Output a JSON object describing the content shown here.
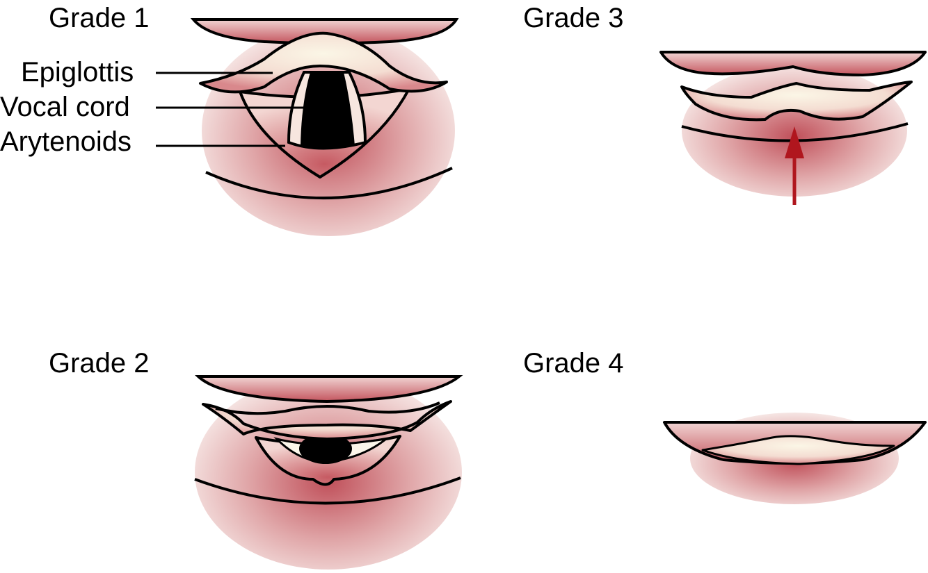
{
  "grades": [
    {
      "label": "Grade 1"
    },
    {
      "label": "Grade 2"
    },
    {
      "label": "Grade 3"
    },
    {
      "label": "Grade 4"
    }
  ],
  "annotations": {
    "epiglottis": "Epiglottis",
    "vocal_cord": "Vocal cord",
    "arytenoids": "Arytenoids"
  },
  "colors": {
    "tissue_red": "#c0505a",
    "tissue_pale": "#f6e6e4",
    "epiglottis_cream": "#f8f1df",
    "outline": "#000000",
    "arrow": "#b0161e"
  }
}
